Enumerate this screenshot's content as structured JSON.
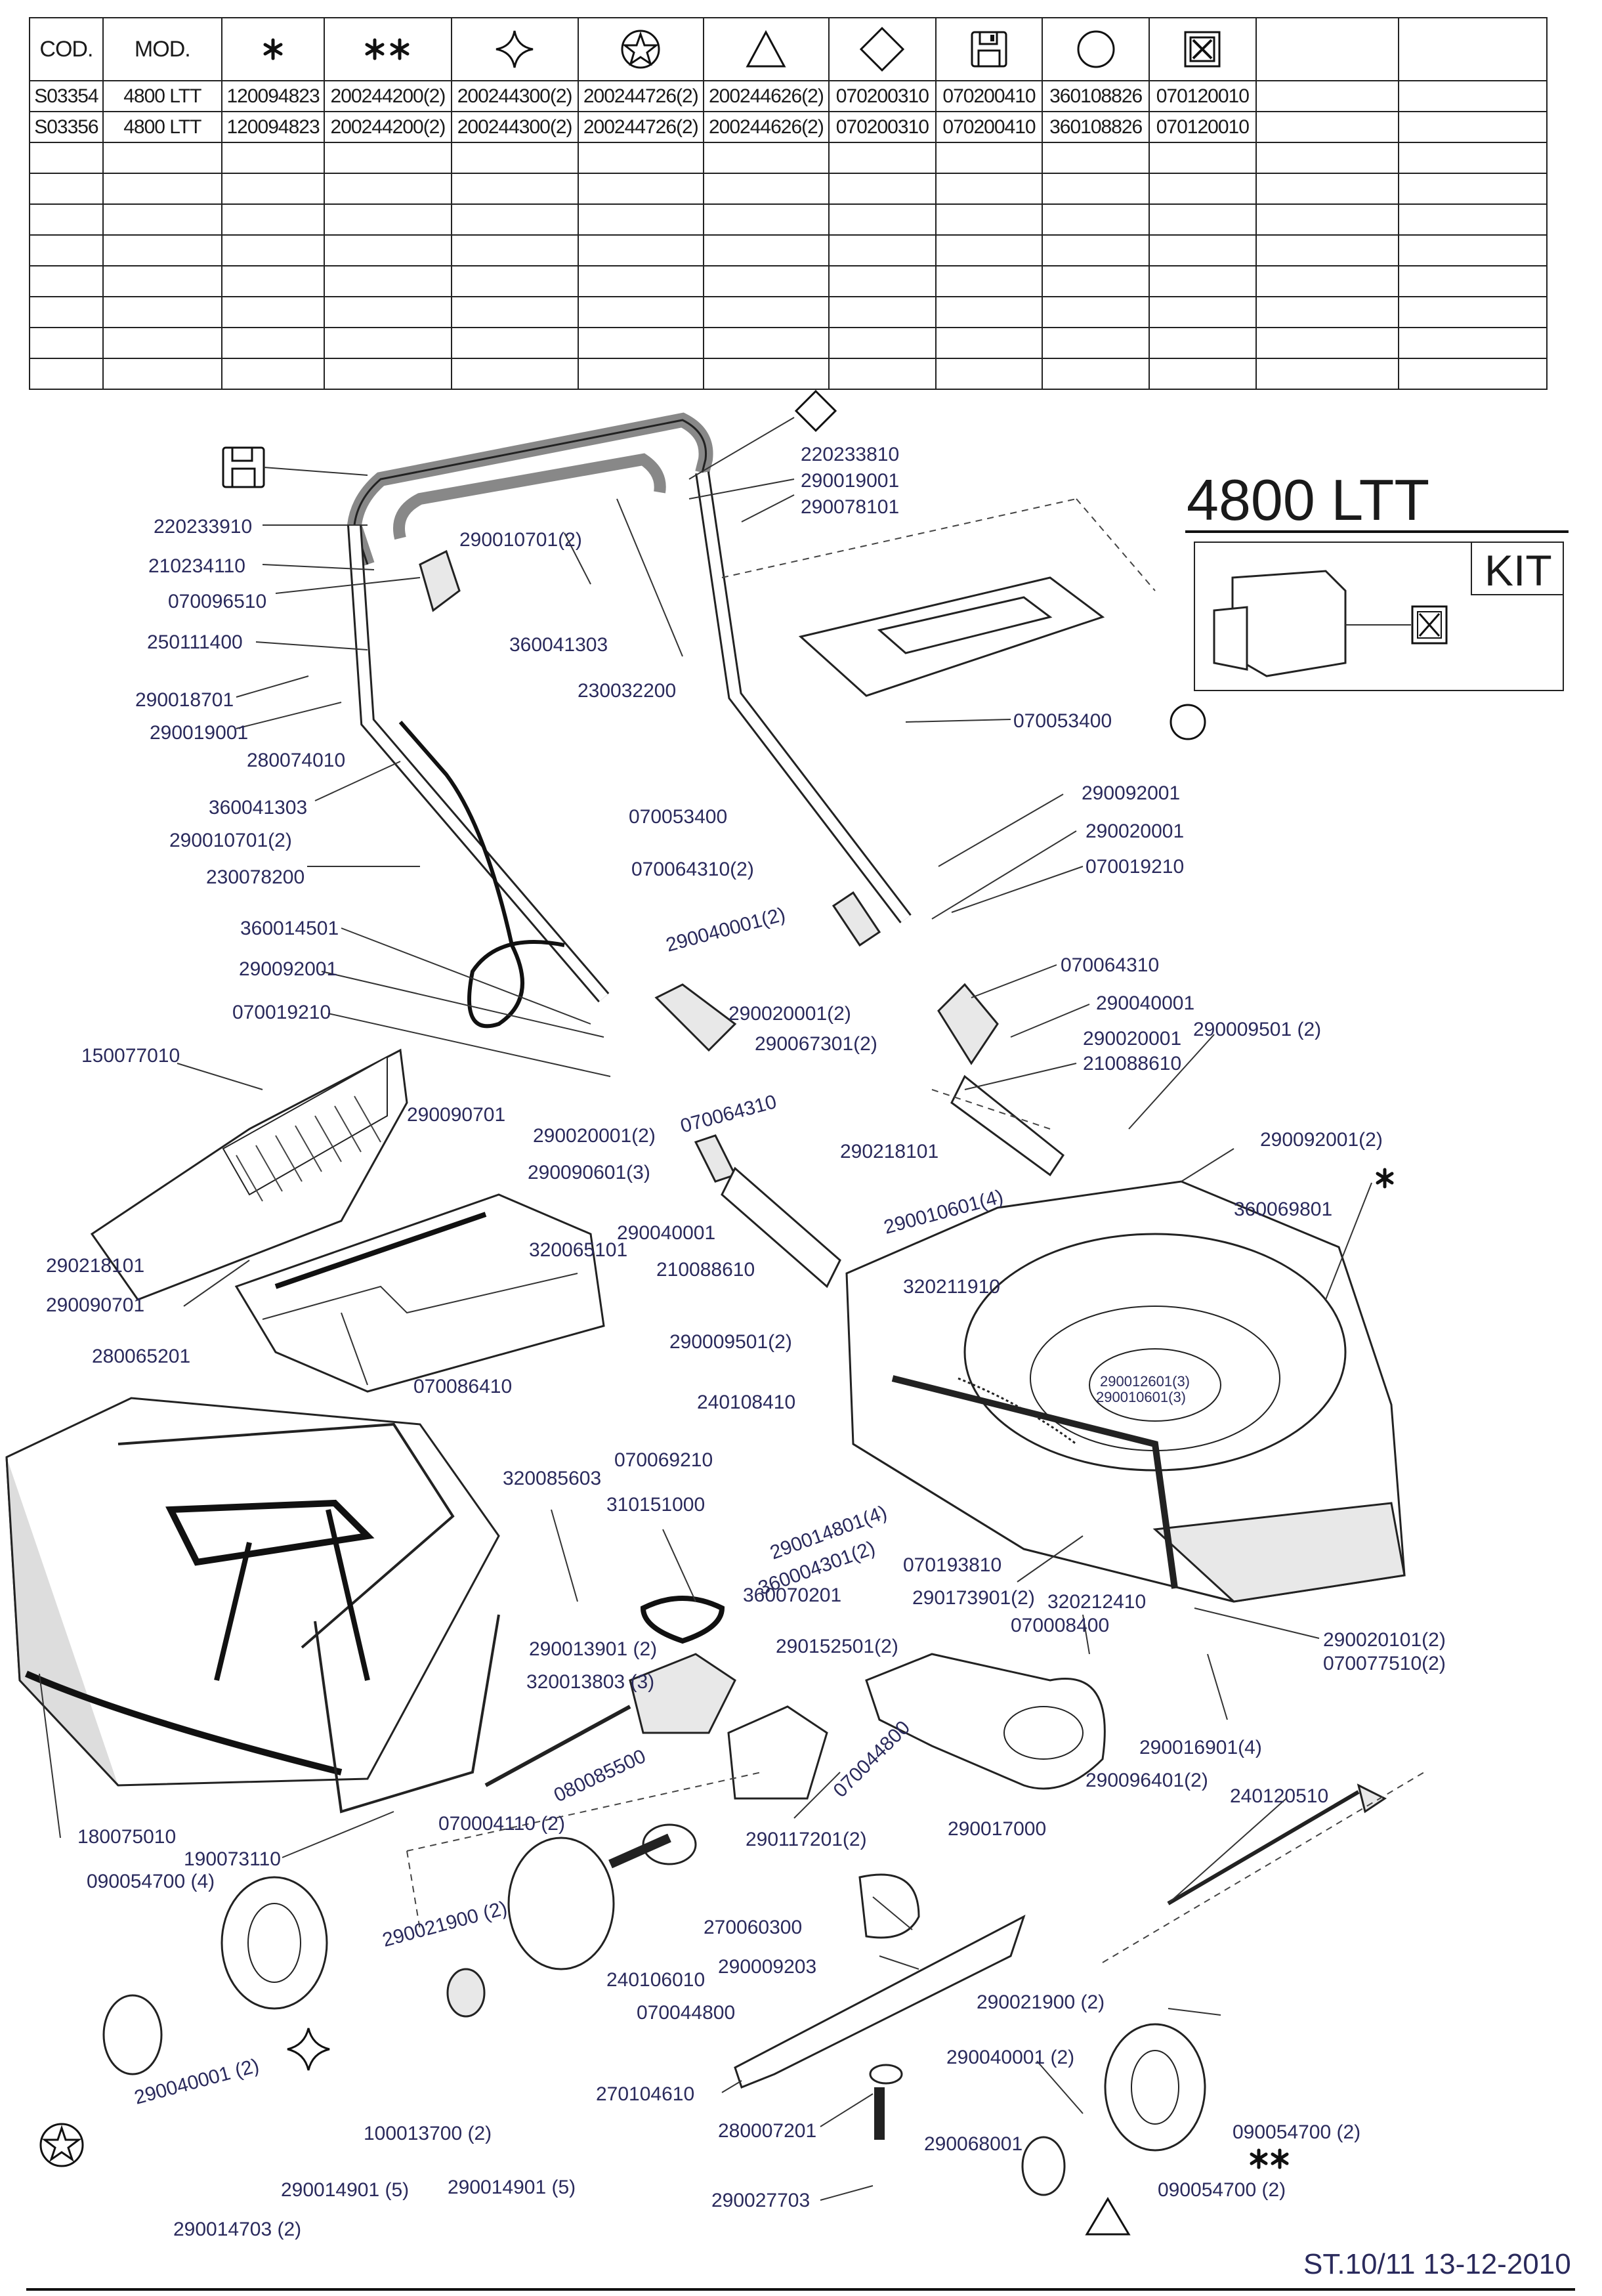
{
  "table": {
    "headers": {
      "cod": "COD.",
      "mod": "MOD."
    },
    "symbol_columns": [
      "star-icon",
      "double-star-icon",
      "four-point-star-icon",
      "circled-star-icon",
      "triangle-icon",
      "diamond-icon",
      "floppy-disk-icon",
      "circle-icon",
      "boxed-x-icon",
      "blank",
      "blank"
    ],
    "rows": [
      {
        "cod": "S03354",
        "mod": "4800 LTT",
        "c1": "120094823",
        "c2": "200244200(2)",
        "c3": "200244300(2)",
        "c4": "200244726(2)",
        "c5": "200244626(2)",
        "c6": "070200310",
        "c7": "070200410",
        "c8": "360108826",
        "c9": "070120010"
      },
      {
        "cod": "S03356",
        "mod": "4800 LTT",
        "c1": "120094823",
        "c2": "200244200(2)",
        "c3": "200244300(2)",
        "c4": "200244726(2)",
        "c5": "200244626(2)",
        "c6": "070200310",
        "c7": "070200410",
        "c8": "360108826",
        "c9": "070120010"
      }
    ],
    "empty_rows": 8
  },
  "model_title": "4800 LTT",
  "kit_label": "KIT",
  "footer": "ST.10/11  13-12-2010",
  "labels": [
    {
      "id": "l1",
      "text": "220233810"
    },
    {
      "id": "l2",
      "text": "290019001"
    },
    {
      "id": "l3",
      "text": "290078101"
    },
    {
      "id": "l4",
      "text": "220233910"
    },
    {
      "id": "l5",
      "text": "290010701(2)"
    },
    {
      "id": "l6",
      "text": "210234110"
    },
    {
      "id": "l7",
      "text": "070096510"
    },
    {
      "id": "l8",
      "text": "250111400"
    },
    {
      "id": "l9",
      "text": "360041303"
    },
    {
      "id": "l10",
      "text": "230032200"
    },
    {
      "id": "l11",
      "text": "290018701"
    },
    {
      "id": "l12",
      "text": "290019001"
    },
    {
      "id": "l13",
      "text": "280074010"
    },
    {
      "id": "l14",
      "text": "070053400"
    },
    {
      "id": "l15",
      "text": "360041303"
    },
    {
      "id": "l16",
      "text": "290010701(2)"
    },
    {
      "id": "l17",
      "text": "070053400"
    },
    {
      "id": "l18",
      "text": "290092001"
    },
    {
      "id": "l19",
      "text": "230078200"
    },
    {
      "id": "l20",
      "text": "070064310(2)"
    },
    {
      "id": "l21",
      "text": "290020001"
    },
    {
      "id": "l22",
      "text": "070019210"
    },
    {
      "id": "l23",
      "text": "360014501"
    },
    {
      "id": "l24",
      "text": "290040001(2)"
    },
    {
      "id": "l25",
      "text": "290092001"
    },
    {
      "id": "l26",
      "text": "070064310"
    },
    {
      "id": "l27",
      "text": "070019210"
    },
    {
      "id": "l28",
      "text": "290020001(2)"
    },
    {
      "id": "l29",
      "text": "290040001"
    },
    {
      "id": "l30",
      "text": "150077010"
    },
    {
      "id": "l31",
      "text": "290067301(2)"
    },
    {
      "id": "l32",
      "text": "290020001"
    },
    {
      "id": "l33",
      "text": "290009501 (2)"
    },
    {
      "id": "l34",
      "text": "210088610"
    },
    {
      "id": "l35",
      "text": "290090701"
    },
    {
      "id": "l36",
      "text": "070064310"
    },
    {
      "id": "l37",
      "text": "290020001(2)"
    },
    {
      "id": "l38",
      "text": "290218101"
    },
    {
      "id": "l39",
      "text": "290092001(2)"
    },
    {
      "id": "l40",
      "text": "290090601(3)"
    },
    {
      "id": "l41",
      "text": "320065101"
    },
    {
      "id": "l42",
      "text": "290010601(4)"
    },
    {
      "id": "l43",
      "text": "360069801"
    },
    {
      "id": "l44",
      "text": "290040001"
    },
    {
      "id": "l45",
      "text": "290218101"
    },
    {
      "id": "l46",
      "text": "210088610"
    },
    {
      "id": "l47",
      "text": "290090701"
    },
    {
      "id": "l48",
      "text": "320211910"
    },
    {
      "id": "l49",
      "text": "280065201"
    },
    {
      "id": "l50",
      "text": "290009501(2)"
    },
    {
      "id": "l51",
      "text": "070086410"
    },
    {
      "id": "l52",
      "text": "290012601(3)"
    },
    {
      "id": "l53",
      "text": "290010601(3)"
    },
    {
      "id": "l54",
      "text": "240108410"
    },
    {
      "id": "l55",
      "text": "070069210"
    },
    {
      "id": "l56",
      "text": "320085603"
    },
    {
      "id": "l57",
      "text": "310151000"
    },
    {
      "id": "l58",
      "text": "290014801(4)"
    },
    {
      "id": "l59",
      "text": "360004301(2)"
    },
    {
      "id": "l60",
      "text": "070193810"
    },
    {
      "id": "l61",
      "text": "360070201"
    },
    {
      "id": "l62",
      "text": "290173901(2)"
    },
    {
      "id": "l63",
      "text": "320212410"
    },
    {
      "id": "l64",
      "text": "070008400"
    },
    {
      "id": "l65",
      "text": "290020101(2)"
    },
    {
      "id": "l66",
      "text": "070077510(2)"
    },
    {
      "id": "l67",
      "text": "290013901 (2)"
    },
    {
      "id": "l68",
      "text": "290152501(2)"
    },
    {
      "id": "l69",
      "text": "320013803 (3)"
    },
    {
      "id": "l70",
      "text": "290016901(4)"
    },
    {
      "id": "l71",
      "text": "080085500"
    },
    {
      "id": "l72",
      "text": "070044800"
    },
    {
      "id": "l73",
      "text": "290096401(2)"
    },
    {
      "id": "l74",
      "text": "240120510"
    },
    {
      "id": "l75",
      "text": "180075010"
    },
    {
      "id": "l76",
      "text": "190073110"
    },
    {
      "id": "l77",
      "text": "070004110 (2)"
    },
    {
      "id": "l78",
      "text": "290117201(2)"
    },
    {
      "id": "l79",
      "text": "290017000"
    },
    {
      "id": "l80",
      "text": "090054700 (4)"
    },
    {
      "id": "l81",
      "text": "290021900 (2)"
    },
    {
      "id": "l82",
      "text": "270060300"
    },
    {
      "id": "l83",
      "text": "290009203"
    },
    {
      "id": "l84",
      "text": "240106010"
    },
    {
      "id": "l85",
      "text": "070044800"
    },
    {
      "id": "l86",
      "text": "290021900 (2)"
    },
    {
      "id": "l87",
      "text": "290040001 (2)"
    },
    {
      "id": "l88",
      "text": "270104610"
    },
    {
      "id": "l89",
      "text": "290040001 (2)"
    },
    {
      "id": "l90",
      "text": "100013700 (2)"
    },
    {
      "id": "l91",
      "text": "280007201"
    },
    {
      "id": "l92",
      "text": "290068001"
    },
    {
      "id": "l93",
      "text": "090054700 (2)"
    },
    {
      "id": "l94",
      "text": "290014901 (5)"
    },
    {
      "id": "l95",
      "text": "290014901 (5)"
    },
    {
      "id": "l96",
      "text": "290027703"
    },
    {
      "id": "l97",
      "text": "090054700 (2)"
    },
    {
      "id": "l98",
      "text": "290014703 (2)"
    }
  ]
}
